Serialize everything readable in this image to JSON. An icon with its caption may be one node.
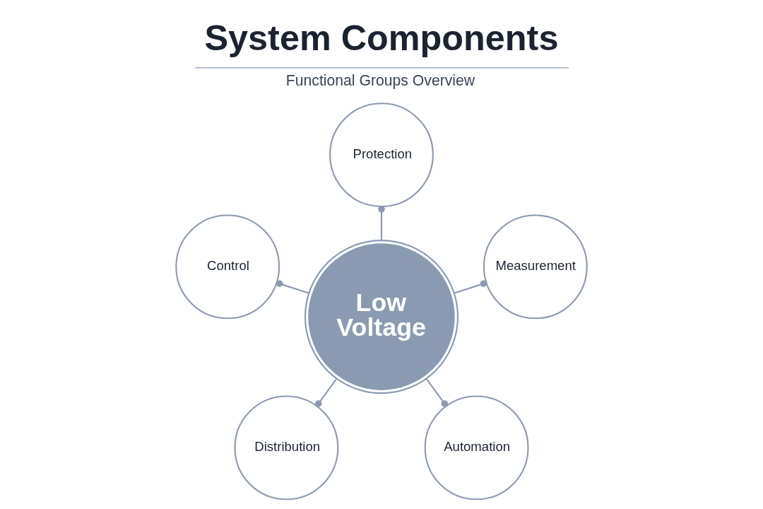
{
  "diagram": {
    "title": "System Components",
    "caption": "Functional Groups Overview",
    "nodes": [
      {
        "text": [
          "Protection"
        ]
      },
      {
        "text": [
          "Control"
        ]
      },
      {
        "text": [
          "Low Voltage"
        ]
      },
      {
        "text": [
          "Measurement"
        ]
      },
      {
        "text": [
          "Distribution"
        ]
      },
      {
        "text": [
          "Automation"
        ]
      }
    ],
    "edges": [
      {
        "from": 2,
        "to": 0,
        "arrow": "other"
      },
      {
        "from": 2,
        "to": 1,
        "arrow": "other"
      },
      {
        "from": 2,
        "to": 3,
        "arrow": "other"
      },
      {
        "from": 2,
        "to": 4,
        "arrow": "other"
      },
      {
        "from": 2,
        "to": 5,
        "arrow": "other"
      }
    ]
  }
}
